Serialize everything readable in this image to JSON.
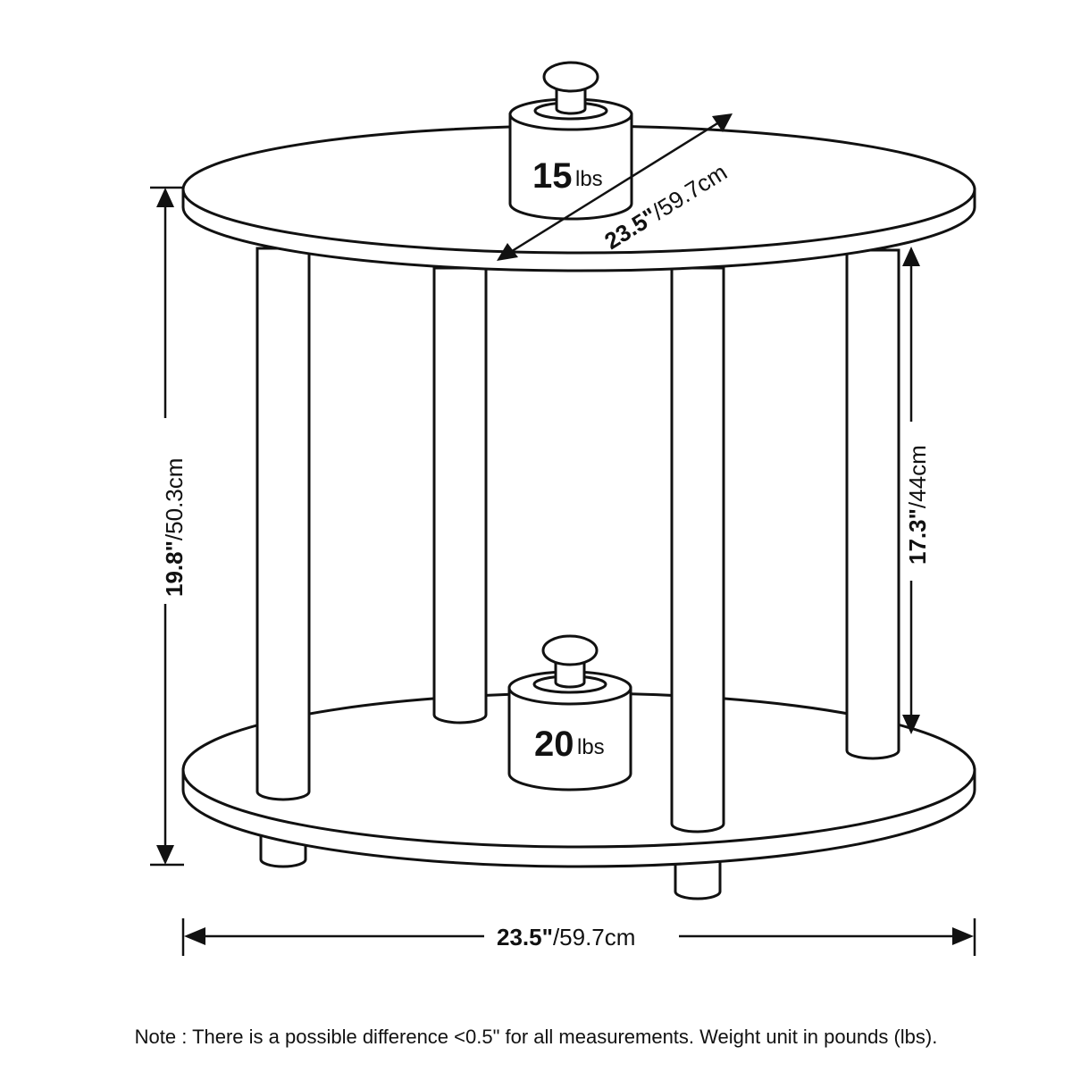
{
  "dimensions": {
    "height_total": {
      "inch": "19.8\"",
      "cm": "/50.3cm"
    },
    "height_inner": {
      "inch": "17.3\"",
      "cm": "/44cm"
    },
    "top_diameter": {
      "inch": "23.5\"",
      "cm": "/59.7cm"
    },
    "width": {
      "inch": "23.5\"",
      "cm": "/59.7cm"
    }
  },
  "weights": {
    "top": {
      "value": "15",
      "unit": "lbs"
    },
    "bottom": {
      "value": "20",
      "unit": "lbs"
    }
  },
  "note": "Note : There is a possible difference <0.5\" for all measurements. Weight unit in pounds (lbs)."
}
